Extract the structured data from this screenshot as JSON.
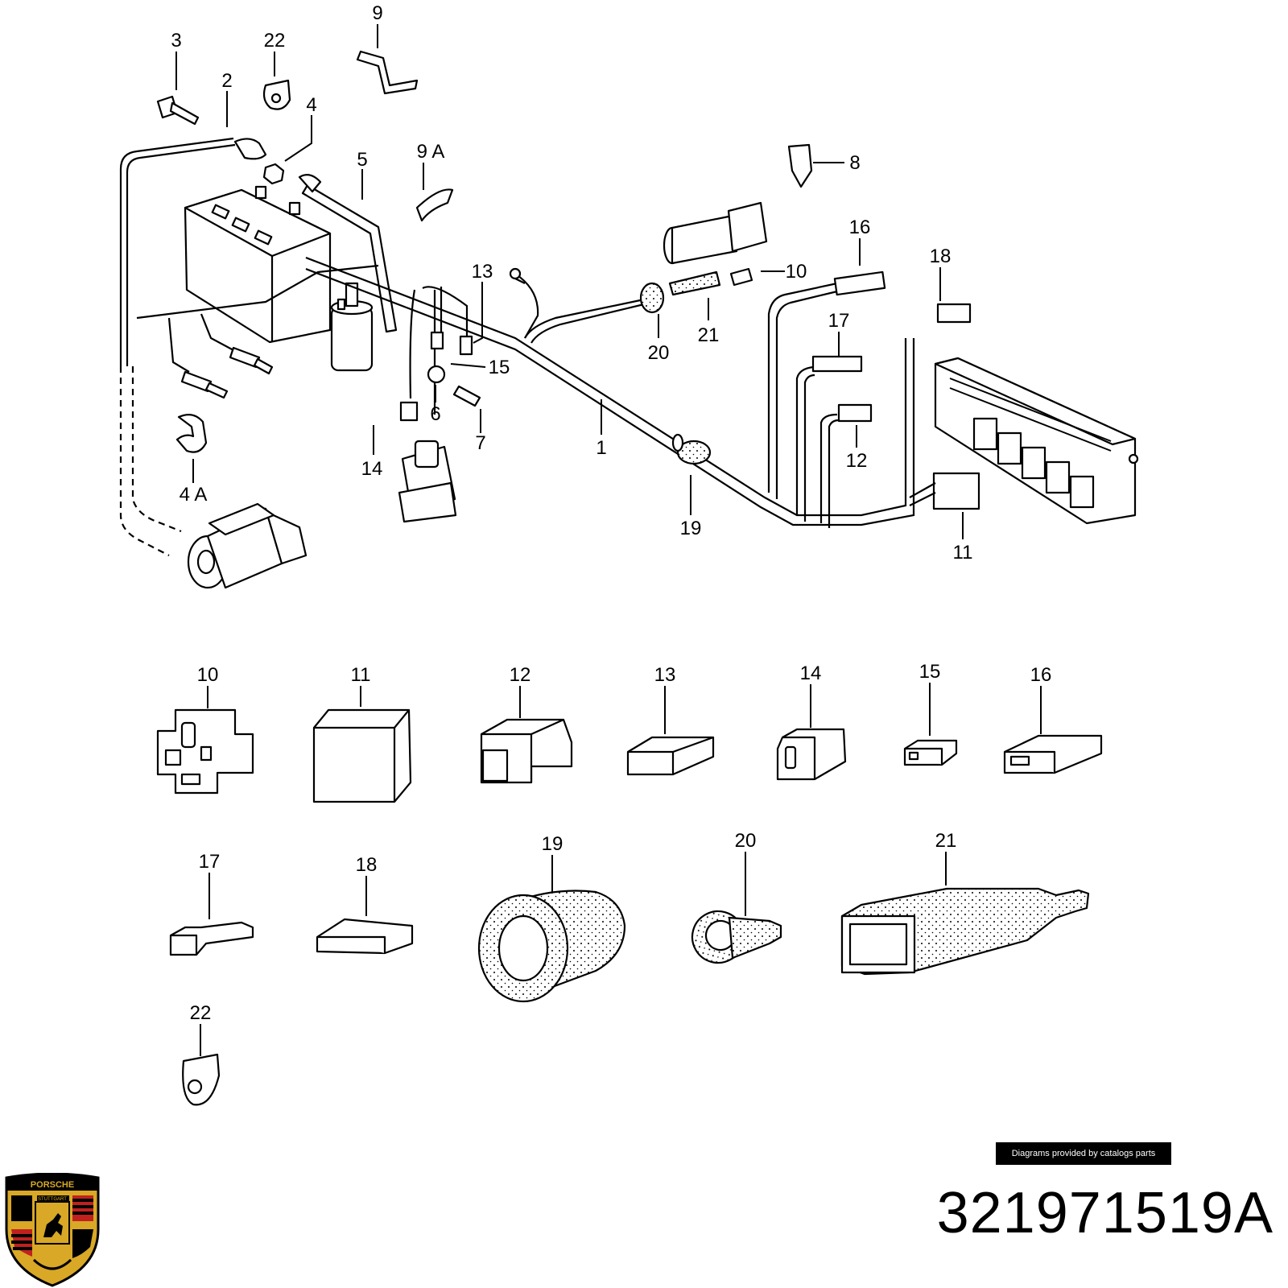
{
  "callouts": {
    "c1": "1",
    "c2": "2",
    "c3": "3",
    "c4": "4",
    "c4a": "4 A",
    "c5": "5",
    "c6": "6",
    "c7": "7",
    "c8": "8",
    "c9": "9",
    "c9a": "9 A",
    "c10": "10",
    "c11": "11",
    "c12": "12",
    "c13": "13",
    "c14": "14",
    "c15": "15",
    "c16": "16",
    "c17": "17",
    "c18": "18",
    "c19": "19",
    "c20": "20",
    "c21": "21",
    "c22": "22"
  },
  "detail_callouts": {
    "d10": "10",
    "d11": "11",
    "d12": "12",
    "d13": "13",
    "d14": "14",
    "d15": "15",
    "d16": "16",
    "d17": "17",
    "d18": "18",
    "d19": "19",
    "d20": "20",
    "d21": "21",
    "d22": "22"
  },
  "credit": "Diagrams provided by catalogs parts",
  "part_number": "321971519A",
  "logo": {
    "name": "porsche-crest-icon",
    "wordmark": "PORSCHE",
    "city": "STUTTGART",
    "colors": {
      "gold": "#d8a826",
      "red": "#c0211f",
      "black": "#000000"
    }
  }
}
